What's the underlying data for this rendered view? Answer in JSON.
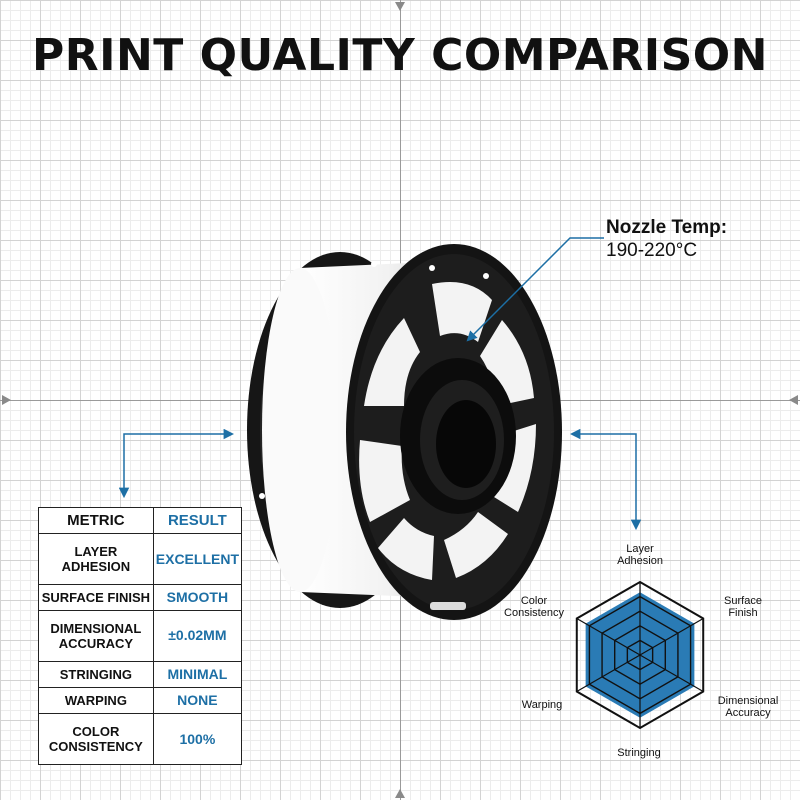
{
  "title": "PRINT QUALITY COMPARISON",
  "callout": {
    "label": "Nozzle Temp:",
    "value": "190-220°C"
  },
  "table": {
    "headers": [
      "METRIC",
      "RESULT"
    ],
    "rows": [
      {
        "metric": "LAYER ADHESION",
        "result": "EXCELLENT"
      },
      {
        "metric": "SURFACE FINISH",
        "result": "SMOOTH"
      },
      {
        "metric": "DIMENSIONAL ACCURACY",
        "result": "±0.02MM"
      },
      {
        "metric": "STRINGING",
        "result": "MINIMAL"
      },
      {
        "metric": "WARPING",
        "result": "NONE"
      },
      {
        "metric": "COLOR CONSISTENCY",
        "result": "100%"
      }
    ]
  },
  "radar": {
    "axes": [
      "Layer Adhesion",
      "Surface Finish",
      "Dimensional Accuracy",
      "Stringing",
      "Warping",
      "Color Consistency"
    ],
    "fill_color": "#2a7bb5"
  },
  "colors": {
    "accent": "#1d6fa5",
    "spool": "#1a1a1a",
    "filament": "#f4f4f4"
  },
  "icons": [
    "spool-image",
    "arrow-icon"
  ]
}
